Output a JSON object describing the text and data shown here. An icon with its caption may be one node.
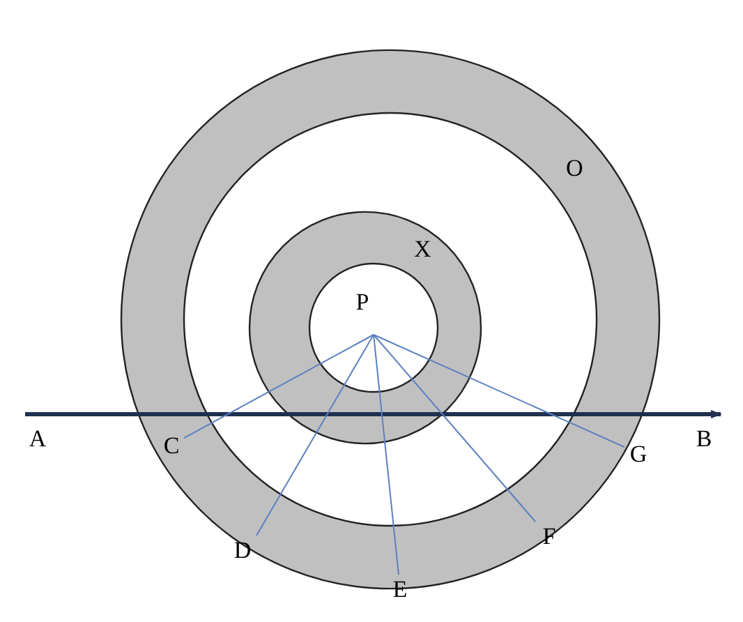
{
  "diagram": {
    "nodes": [
      {
        "text": [
          "P"
        ]
      },
      {
        "text": [
          "A"
        ]
      },
      {
        "text": [
          "B"
        ]
      },
      {
        "text": [
          "C"
        ]
      },
      {
        "text": [
          "D"
        ]
      },
      {
        "text": [
          "E"
        ]
      },
      {
        "text": [
          "F"
        ]
      },
      {
        "text": [
          "G"
        ]
      }
    ],
    "edges": [
      {
        "from": 1,
        "to": 2,
        "arrow": "to",
        "style": "thick",
        "color": "#1f3050"
      },
      {
        "from": 0,
        "to": 3,
        "arrow": "none"
      },
      {
        "from": 0,
        "to": 4,
        "arrow": "none"
      },
      {
        "from": 0,
        "to": 5,
        "arrow": "none"
      },
      {
        "from": 0,
        "to": 6,
        "arrow": "none"
      },
      {
        "from": 0,
        "to": 7,
        "arrow": "none"
      }
    ],
    "labels": [
      "O",
      "X"
    ]
  }
}
